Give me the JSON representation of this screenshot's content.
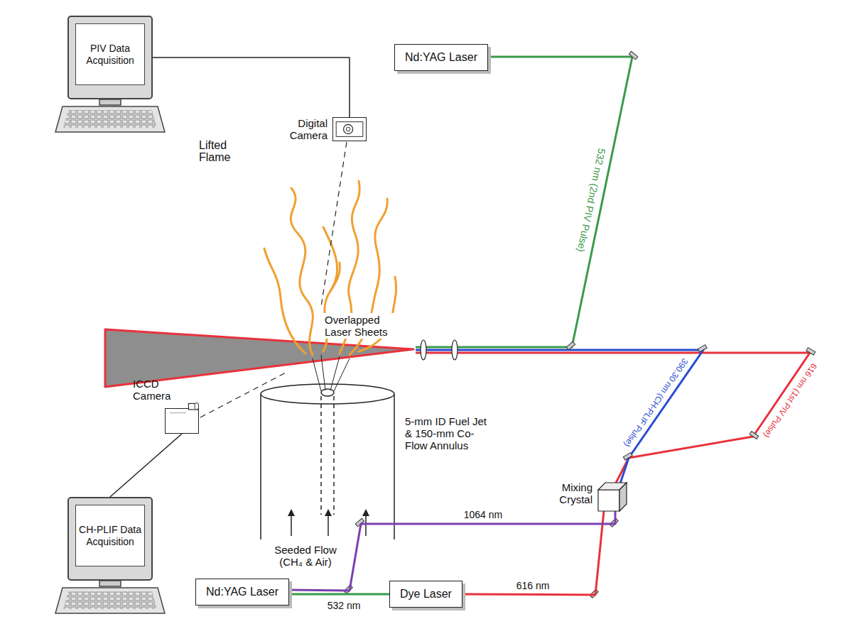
{
  "diagram": {
    "nodes": [
      {
        "text": [
          "PIV Data Acquisition"
        ]
      },
      {
        "text": [
          "CH-PLIF Data Acquisition"
        ]
      },
      {
        "text": [
          "Digital Camera"
        ]
      },
      {
        "text": [
          "ICCD Camera"
        ]
      },
      {
        "text": [
          "Nd:YAG Laser"
        ]
      },
      {
        "text": [
          "Nd:YAG Laser"
        ]
      },
      {
        "text": [
          "Dye Laser"
        ]
      },
      {
        "text": [
          "Mixing Crystal"
        ]
      }
    ],
    "edges": [
      {
        "from": 0,
        "to": 2,
        "arrow": "none"
      },
      {
        "from": 1,
        "to": 3,
        "arrow": "none"
      },
      {
        "from": 5,
        "to": 6,
        "label": "532 nm",
        "arrow": "none"
      },
      {
        "from": 6,
        "to": 7,
        "label": "616 nm",
        "arrow": "none"
      },
      {
        "from": 5,
        "to": 7,
        "label": "1064 nm",
        "arrow": "none"
      }
    ],
    "labels": [
      "Lifted Flame",
      "Overlapped Laser Sheets",
      "532 nm (2nd PIV Pulse)",
      "390.30 nm (CH-PLIF Pulse)",
      "616 nm (1st PIV Pulse)",
      "5-mm ID Fuel Jet & 150-mm Co-Flow Annulus",
      "Seeded Flow (CH₄ & Air)"
    ]
  }
}
